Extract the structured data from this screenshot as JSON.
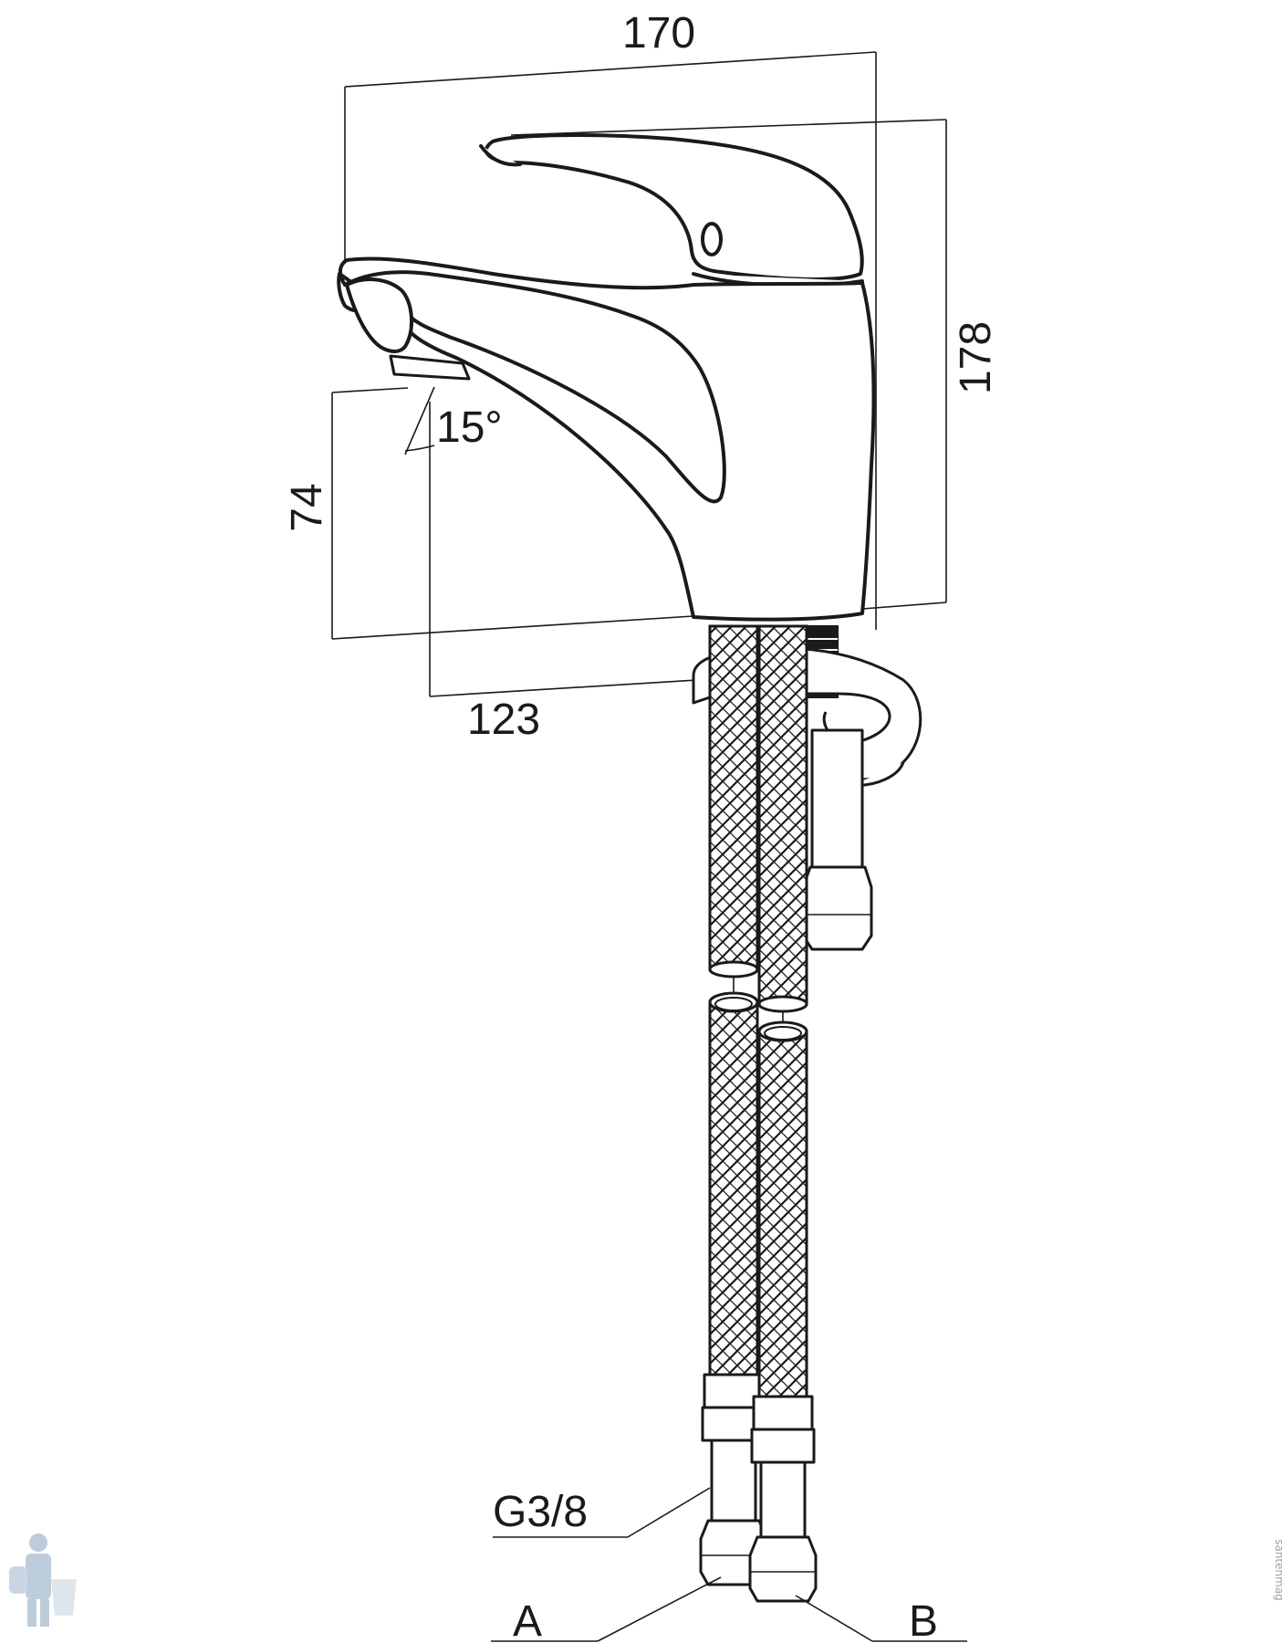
{
  "diagram": {
    "dimensions": {
      "overall_width": "170",
      "overall_height": "178",
      "spout_height": "74",
      "spout_reach": "123",
      "spout_angle": "15°"
    },
    "connection_thread": "G3/8",
    "hose_labels": {
      "left": "A",
      "right": "B"
    },
    "watermark": "santehmag"
  }
}
